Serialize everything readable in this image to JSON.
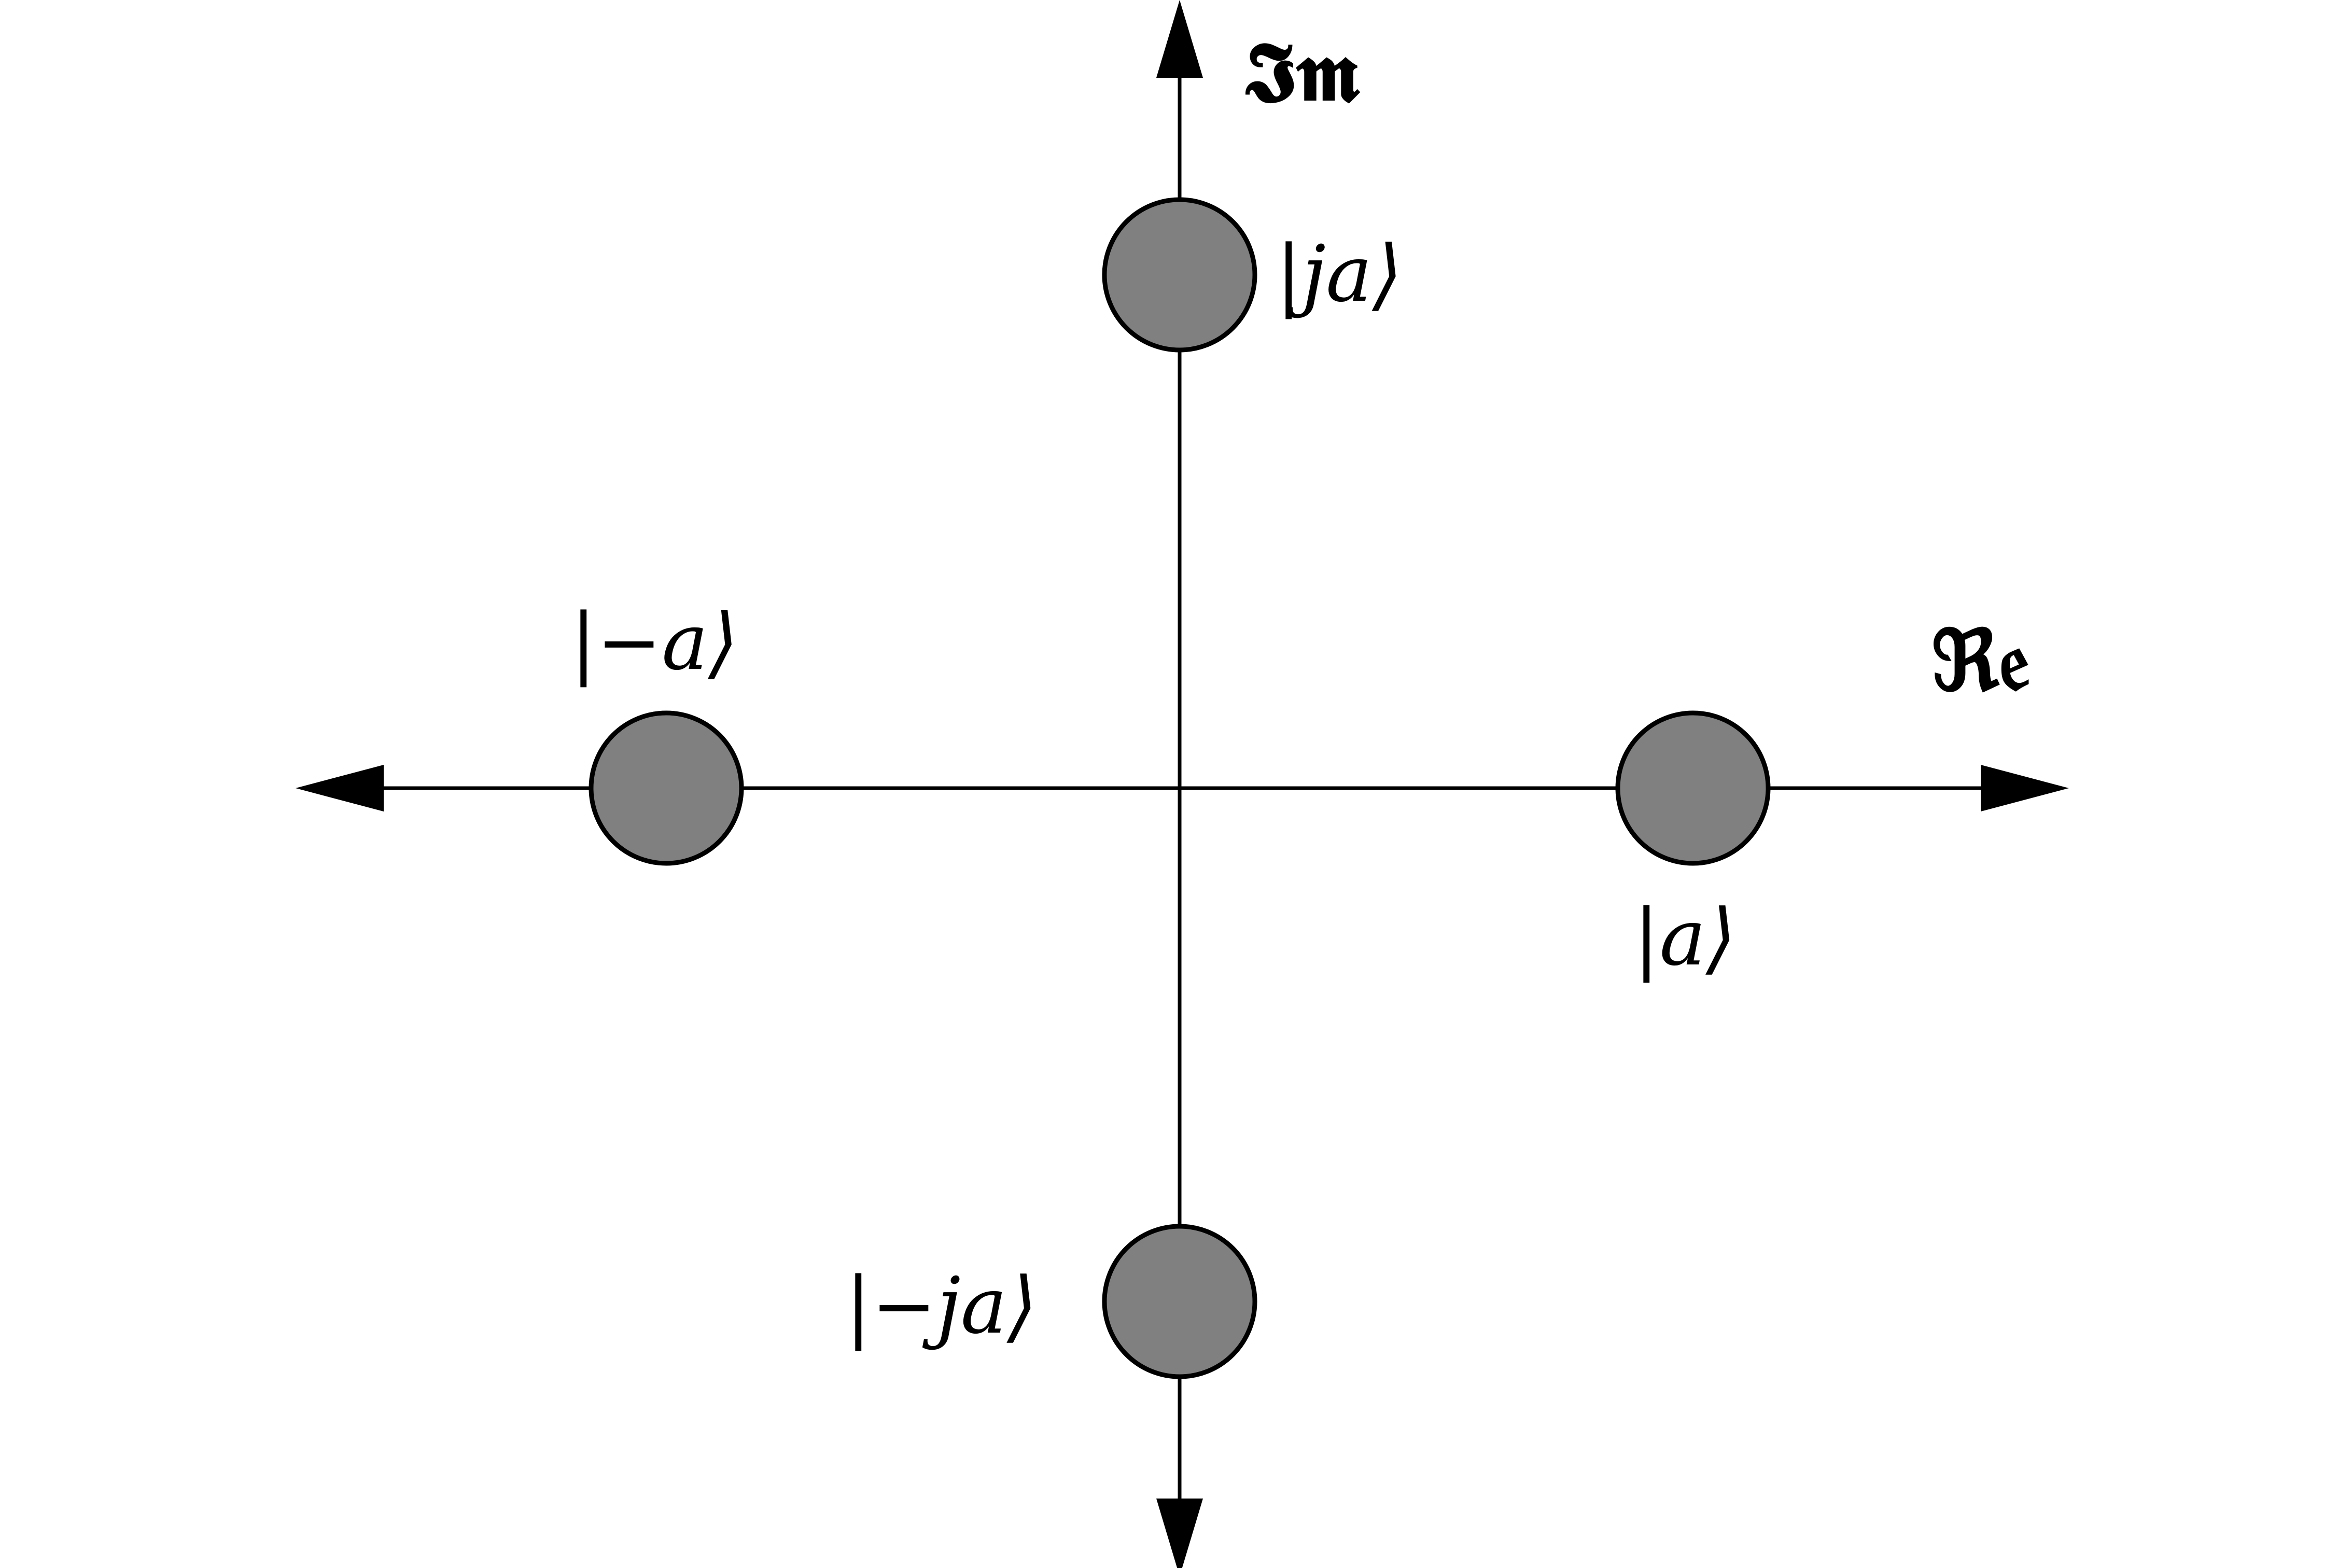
{
  "diagram": {
    "type": "complex-plane-constellation",
    "axes": {
      "real_label": "ℜ𝔢",
      "imaginary_label": "𝕴𝖒"
    },
    "states": [
      {
        "id": "a",
        "label": "|a⟩",
        "re": 1,
        "im": 0
      },
      {
        "id": "ja",
        "label": "|ja⟩",
        "re": 0,
        "im": 1
      },
      {
        "id": "minus-a",
        "label": "|−a⟩",
        "re": -1,
        "im": 0
      },
      {
        "id": "minus-ja",
        "label": "|−ja⟩",
        "re": 0,
        "im": -1
      }
    ],
    "colors": {
      "point_fill": "#808080",
      "point_stroke": "#000000",
      "axis": "#000000",
      "background": "#ffffff"
    }
  }
}
